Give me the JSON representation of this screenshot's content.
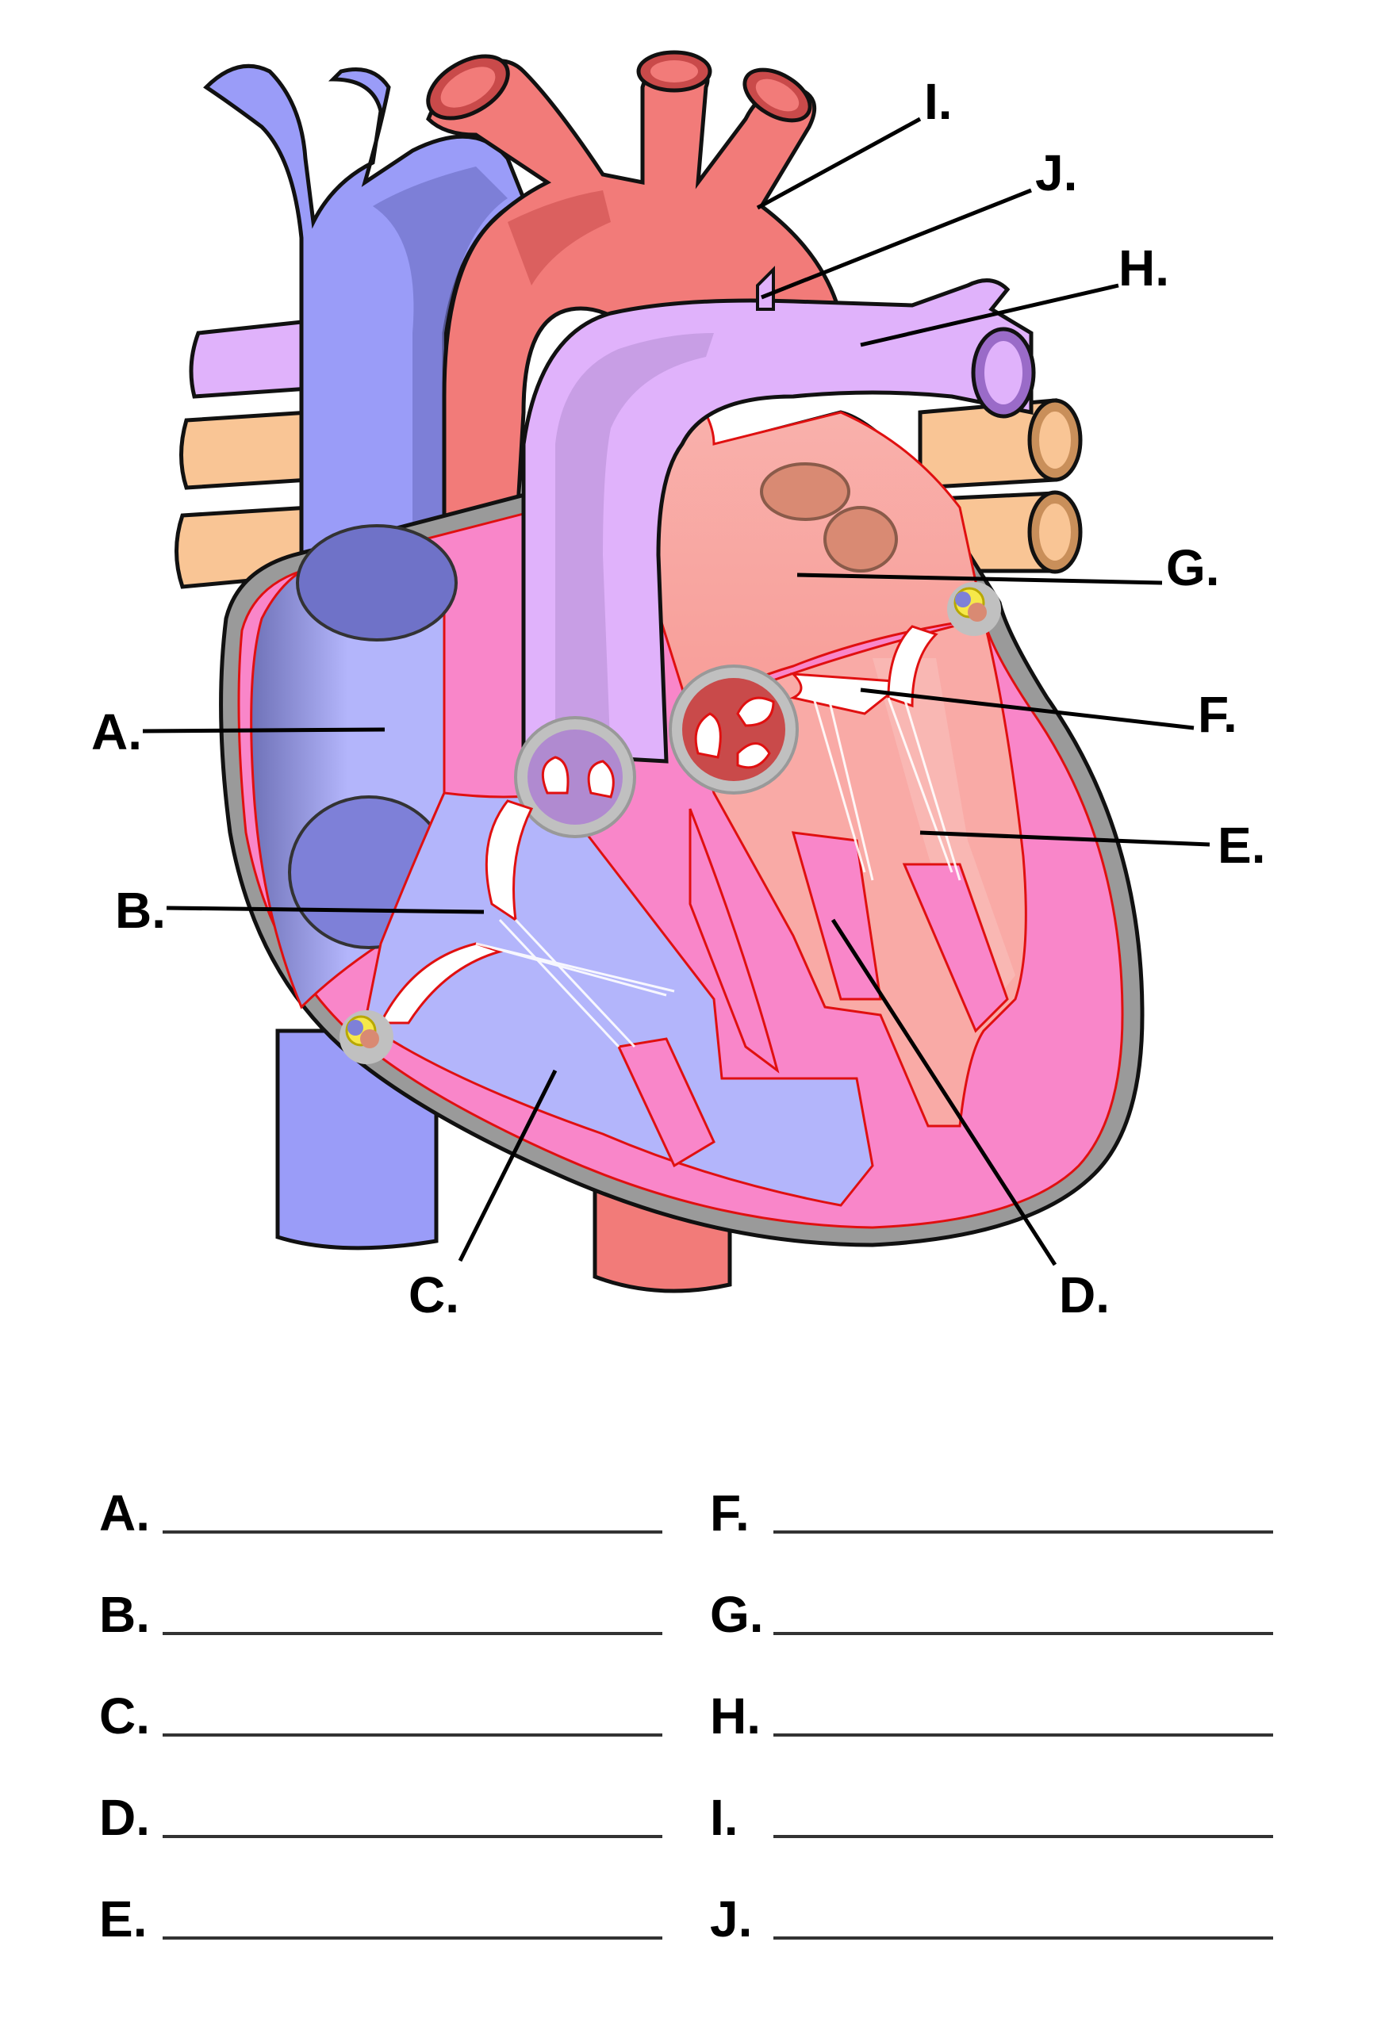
{
  "diagram": {
    "labels": {
      "A": "A.",
      "B": "B.",
      "C": "C.",
      "D": "D.",
      "E": "E.",
      "F": "F.",
      "G": "G.",
      "H": "H.",
      "I": "I.",
      "J": "J."
    }
  },
  "worksheet": {
    "left_column": [
      "A.",
      "B.",
      "C.",
      "D.",
      "E."
    ],
    "right_column": [
      "F.",
      "G.",
      "H.",
      "I.",
      "J."
    ]
  },
  "colors": {
    "vena_cava_blue": "#9a9cf8",
    "aorta_red": "#f27b79",
    "pulmonary_purple": "#e0b2fb",
    "pulmonary_vein_orange": "#f9c595",
    "myocardium_pink": "#f986c9",
    "right_chamber_blue": "#b3b5fb",
    "left_chamber_red": "#f9aaa6",
    "pericardium_gray": "#9a9a9a"
  }
}
